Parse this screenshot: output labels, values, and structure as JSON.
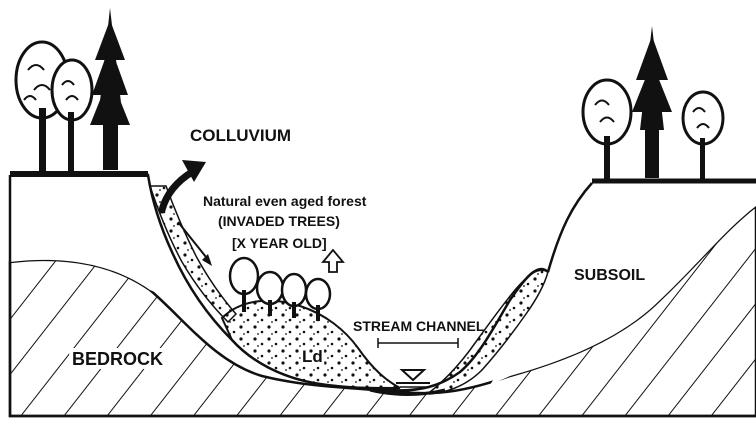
{
  "labels": {
    "colluvium": "COLLUVIUM",
    "forest_line1": "Natural even aged forest",
    "forest_line2": "(INVADED TREES)",
    "forest_age": "[X YEAR OLD]",
    "subsoil": "SUBSOIL",
    "stream_channel": "STREAM CHANNEL",
    "bedrock": "BEDROCK",
    "deposit": "Ld"
  },
  "icons": [
    "colluvium-arrow-icon",
    "slope-arrow-icon",
    "growth-arrow-icon",
    "water-level-icon",
    "conifer-tree-icon",
    "deciduous-tree-icon"
  ],
  "colors": {
    "ink": "#111111",
    "background": "#ffffff"
  }
}
